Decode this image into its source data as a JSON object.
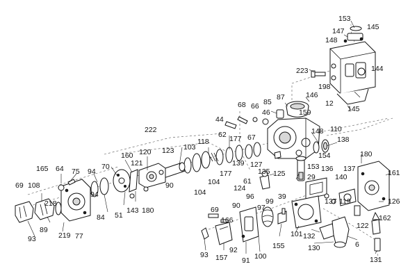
{
  "diagram": {
    "labels": [
      {
        "id": "l153",
        "text": "153"
      },
      {
        "id": "l145a",
        "text": "145"
      },
      {
        "id": "l147",
        "text": "147"
      },
      {
        "id": "l148a",
        "text": "148"
      },
      {
        "id": "l223",
        "text": "223"
      },
      {
        "id": "l144",
        "text": "144"
      },
      {
        "id": "l198",
        "text": "198"
      },
      {
        "id": "l146",
        "text": "146"
      },
      {
        "id": "l12",
        "text": "12"
      },
      {
        "id": "l87",
        "text": "87"
      },
      {
        "id": "l145b",
        "text": "145"
      },
      {
        "id": "l68",
        "text": "68"
      },
      {
        "id": "l66",
        "text": "66"
      },
      {
        "id": "l85",
        "text": "85"
      },
      {
        "id": "l46",
        "text": "46"
      },
      {
        "id": "l159",
        "text": "159"
      },
      {
        "id": "l44",
        "text": "44"
      },
      {
        "id": "l148b",
        "text": "148"
      },
      {
        "id": "l110",
        "text": "110"
      },
      {
        "id": "l222",
        "text": "222"
      },
      {
        "id": "l67",
        "text": "67"
      },
      {
        "id": "l62",
        "text": "62"
      },
      {
        "id": "l177a",
        "text": "177"
      },
      {
        "id": "l138",
        "text": "138"
      },
      {
        "id": "l154",
        "text": "154"
      },
      {
        "id": "l180a",
        "text": "180"
      },
      {
        "id": "l118",
        "text": "118"
      },
      {
        "id": "l103",
        "text": "103"
      },
      {
        "id": "l160",
        "text": "160"
      },
      {
        "id": "l120",
        "text": "120"
      },
      {
        "id": "l123",
        "text": "123"
      },
      {
        "id": "l139",
        "text": "139"
      },
      {
        "id": "l127",
        "text": "127"
      },
      {
        "id": "l153b",
        "text": "153"
      },
      {
        "id": "l136",
        "text": "136"
      },
      {
        "id": "l137a",
        "text": "137"
      },
      {
        "id": "l161",
        "text": "161"
      },
      {
        "id": "l121",
        "text": "121"
      },
      {
        "id": "l177b",
        "text": "177"
      },
      {
        "id": "l135",
        "text": "135"
      },
      {
        "id": "l125",
        "text": "125"
      },
      {
        "id": "l29",
        "text": "29"
      },
      {
        "id": "l140",
        "text": "140"
      },
      {
        "id": "l165",
        "text": "165"
      },
      {
        "id": "l64",
        "text": "64"
      },
      {
        "id": "l75",
        "text": "75"
      },
      {
        "id": "l94a",
        "text": "94"
      },
      {
        "id": "l70",
        "text": "70"
      },
      {
        "id": "l104a",
        "text": "104"
      },
      {
        "id": "l61",
        "text": "61"
      },
      {
        "id": "l69a",
        "text": "69"
      },
      {
        "id": "l108",
        "text": "108"
      },
      {
        "id": "l90a",
        "text": "90"
      },
      {
        "id": "l104b",
        "text": "104"
      },
      {
        "id": "l124",
        "text": "124"
      },
      {
        "id": "l39",
        "text": "39"
      },
      {
        "id": "l96",
        "text": "96"
      },
      {
        "id": "l99",
        "text": "99"
      },
      {
        "id": "l126",
        "text": "126"
      },
      {
        "id": "l94b",
        "text": "94"
      },
      {
        "id": "l90b",
        "text": "90"
      },
      {
        "id": "l97",
        "text": "97"
      },
      {
        "id": "l137b",
        "text": "137"
      },
      {
        "id": "l119",
        "text": "119"
      },
      {
        "id": "l218",
        "text": "218"
      },
      {
        "id": "l51",
        "text": "51"
      },
      {
        "id": "l143",
        "text": "143"
      },
      {
        "id": "l180b",
        "text": "180"
      },
      {
        "id": "l84",
        "text": "84"
      },
      {
        "id": "l69b",
        "text": "69"
      },
      {
        "id": "l162",
        "text": "162"
      },
      {
        "id": "l122",
        "text": "122"
      },
      {
        "id": "l166",
        "text": "166"
      },
      {
        "id": "l89",
        "text": "89"
      },
      {
        "id": "l93a",
        "text": "93"
      },
      {
        "id": "l219",
        "text": "219"
      },
      {
        "id": "l77",
        "text": "77"
      },
      {
        "id": "l101",
        "text": "101"
      },
      {
        "id": "l132",
        "text": "132"
      },
      {
        "id": "l155",
        "text": "155"
      },
      {
        "id": "l130",
        "text": "130"
      },
      {
        "id": "l6",
        "text": "6"
      },
      {
        "id": "l92",
        "text": "92"
      },
      {
        "id": "l93b",
        "text": "93"
      },
      {
        "id": "l157",
        "text": "157"
      },
      {
        "id": "l100",
        "text": "100"
      },
      {
        "id": "l91",
        "text": "91"
      },
      {
        "id": "l131",
        "text": "131"
      }
    ]
  }
}
